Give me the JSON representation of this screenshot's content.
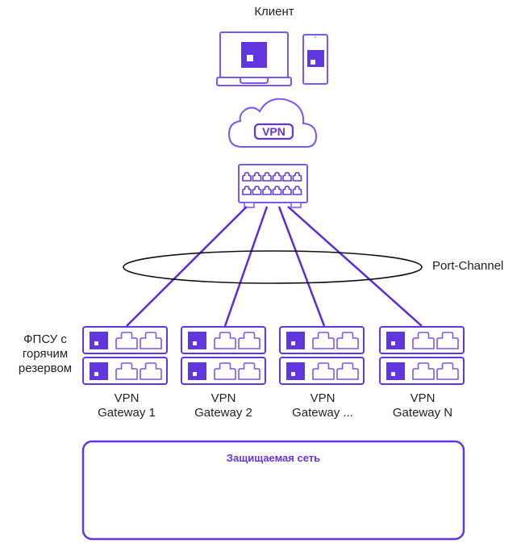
{
  "title": "Клиент",
  "cloud": {
    "label": "VPN"
  },
  "port_channel": {
    "label": "Port-Channel"
  },
  "psu_note": {
    "lines": [
      "ФПСУ с",
      "горячим",
      "резервом"
    ]
  },
  "gateways": [
    {
      "line1": "VPN",
      "line2": "Gateway 1"
    },
    {
      "line1": "VPN",
      "line2": "Gateway 2"
    },
    {
      "line1": "VPN",
      "line2": "Gateway ..."
    },
    {
      "line1": "VPN",
      "line2": "Gateway N"
    }
  ],
  "protected_network": {
    "label": "Защищаемая сеть"
  },
  "colors": {
    "accent": "#6236de",
    "line": "#5a2bd6",
    "ellipse": "#111111"
  }
}
